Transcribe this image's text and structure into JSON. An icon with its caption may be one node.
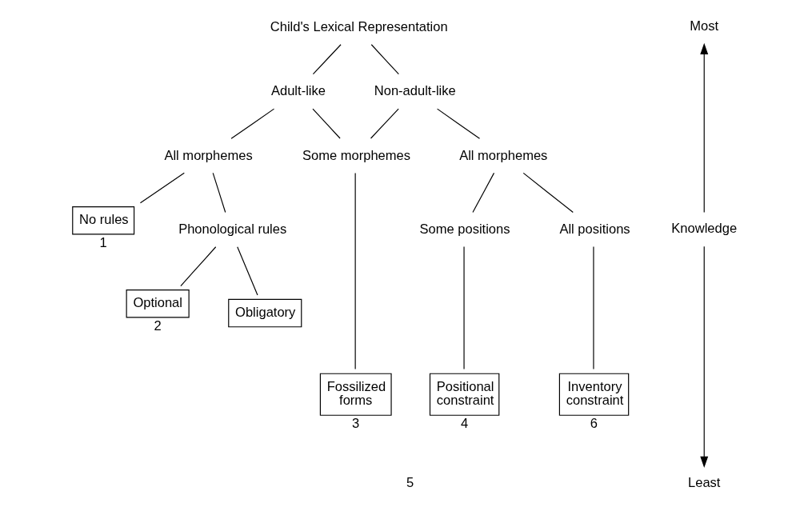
{
  "diagram": {
    "nodes": [
      {
        "text": [
          "Child's Lexical Representation"
        ]
      },
      {
        "text": [
          "Adult-like"
        ]
      },
      {
        "text": [
          "Non-adult-like"
        ]
      },
      {
        "text": [
          "All morphemes"
        ]
      },
      {
        "text": [
          "Some morphemes"
        ]
      },
      {
        "text": [
          "All morphemes"
        ]
      },
      {
        "text": [
          "No rules"
        ],
        "beside": [
          "1"
        ]
      },
      {
        "text": [
          "Phonological rules"
        ]
      },
      {
        "text": [
          "Optional"
        ],
        "beside": [
          "2"
        ]
      },
      {
        "text": [
          "Obligatory"
        ]
      },
      {
        "text": [
          "Fossilized forms"
        ],
        "beside": [
          "3"
        ]
      },
      {
        "text": [
          "Some positions"
        ]
      },
      {
        "text": [
          "All positions"
        ]
      },
      {
        "text": [
          "Positional constraint"
        ],
        "beside": [
          "4"
        ]
      },
      {
        "text": [
          "Inventory constraint"
        ],
        "beside": [
          "6"
        ]
      }
    ],
    "edges": [
      {
        "from": 0,
        "to": 1,
        "arrow": "none"
      },
      {
        "from": 0,
        "to": 2,
        "arrow": "none"
      },
      {
        "from": 1,
        "to": 3,
        "arrow": "none"
      },
      {
        "from": 1,
        "to": 4,
        "arrow": "none"
      },
      {
        "from": 2,
        "to": 4,
        "arrow": "none"
      },
      {
        "from": 2,
        "to": 5,
        "arrow": "none"
      },
      {
        "from": 3,
        "to": 6,
        "arrow": "none"
      },
      {
        "from": 3,
        "to": 7,
        "arrow": "none"
      },
      {
        "from": 7,
        "to": 8,
        "arrow": "none"
      },
      {
        "from": 7,
        "to": 9,
        "arrow": "none"
      },
      {
        "from": 4,
        "to": 10,
        "arrow": "none"
      },
      {
        "from": 5,
        "to": 11,
        "arrow": "none"
      },
      {
        "from": 5,
        "to": 12,
        "arrow": "none"
      },
      {
        "from": 11,
        "to": 13,
        "arrow": "none"
      },
      {
        "from": 12,
        "to": 14,
        "arrow": "none"
      }
    ],
    "labels": [
      "Most",
      "Knowledge",
      "Least",
      "5"
    ]
  }
}
